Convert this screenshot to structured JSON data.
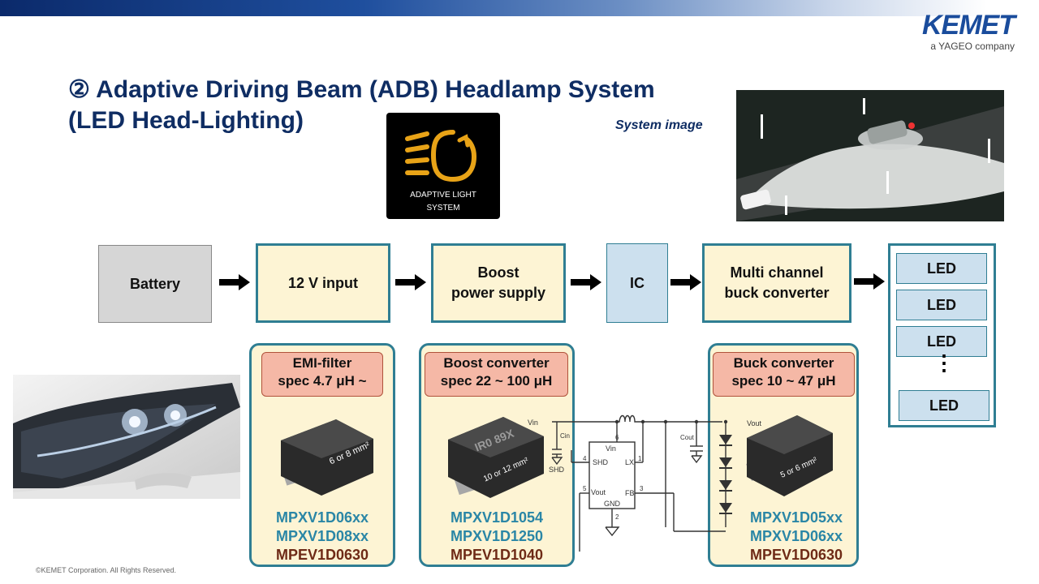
{
  "brand": {
    "logo": "KEMET",
    "subline": "a YAGEO company"
  },
  "title": {
    "line1": "② Adaptive Driving Beam (ADB) Headlamp System",
    "line2": "(LED Head-Lighting)"
  },
  "system_image_label": "System image",
  "adaptive_icon": {
    "icon": "adaptive-light-icon",
    "text_line1": "ADAPTIVE LIGHT",
    "text_line2": "SYSTEM",
    "color": "#e8a317"
  },
  "flow": {
    "battery": "Battery",
    "input": "12 V input",
    "boost": {
      "line1": "Boost",
      "line2": "power supply"
    },
    "ic": "IC",
    "buck": {
      "line1": "Multi channel",
      "line2": "buck converter"
    },
    "leds": [
      "LED",
      "LED",
      "LED",
      "LED"
    ],
    "ellipsis": "⋮"
  },
  "panels": {
    "emi": {
      "tag_line1": "EMI-filter",
      "tag_line2": "spec 4.7 μH ~",
      "inductor_label": "6 or 8 mm²",
      "parts": [
        "MPXV1D06xx",
        "MPXV1D08xx"
      ],
      "part_alt": "MPEV1D0630"
    },
    "boost": {
      "tag_line1": "Boost converter",
      "tag_line2": "spec 22 ~ 100 μH",
      "inductor_marking": "IR0 89X",
      "inductor_label": "10 or 12 mm²",
      "parts": [
        "MPXV1D1054",
        "MPXV1D1250"
      ],
      "part_alt": "MPEV1D1040"
    },
    "buck": {
      "tag_line1": "Buck converter",
      "tag_line2": "spec 10 ~ 47 μH",
      "inductor_label": "5 or 6 mm²",
      "parts": [
        "MPXV1D05xx",
        "MPXV1D06xx"
      ],
      "part_alt": "MPEV1D0630"
    }
  },
  "circuit": {
    "vin": "Vin",
    "vout": "Vout",
    "cin": "Cin",
    "cout": "Cout",
    "shd": "SHD",
    "pins": {
      "vin": "Vin",
      "shd": "SHD",
      "lx": "LX",
      "vout": "Vout",
      "fb": "FB",
      "gnd": "GND"
    },
    "pin_numbers": {
      "vin": "6",
      "shd": "4",
      "lx": "1",
      "vout": "5",
      "fb": "3",
      "gnd": "2"
    }
  },
  "colors": {
    "title": "#0f2d63",
    "panel_border": "#2f7e93",
    "panel_bg": "#fdf4d4",
    "tag_bg": "#f5b8a6",
    "part_teal": "#2a86a6",
    "part_brown": "#6e2a16"
  },
  "copyright": "©KEMET Corporation. All Rights Reserved."
}
